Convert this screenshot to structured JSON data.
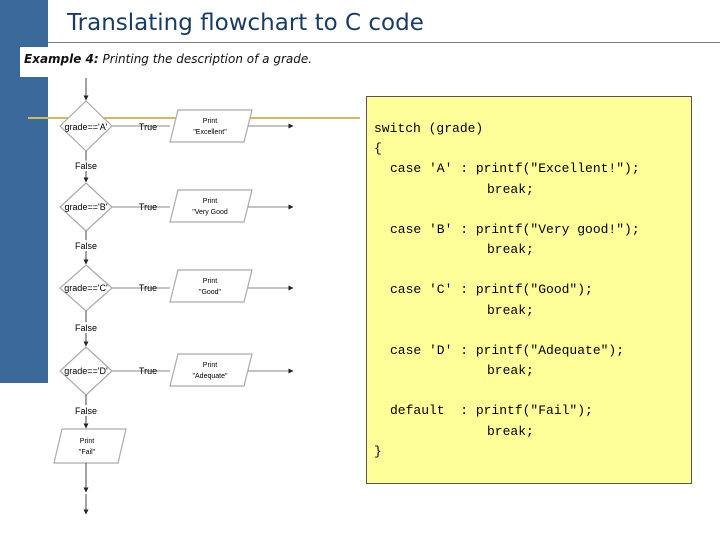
{
  "slide": {
    "title": "Translating flowchart to C code",
    "example_label": "Example 4:",
    "example_text": "Printing the description of a grade."
  },
  "flowchart": {
    "decisions": [
      {
        "condition": "grade=='A'",
        "true_label": "True",
        "false_label": "False",
        "print_title": "Print",
        "print_text": "\"Excellent\""
      },
      {
        "condition": "grade=='B'",
        "true_label": "True",
        "false_label": "False",
        "print_title": "Print",
        "print_text": "\"Very Good"
      },
      {
        "condition": "grade=='C'",
        "true_label": "True",
        "false_label": "False",
        "print_title": "Print",
        "print_text": "\"Good\""
      },
      {
        "condition": "grade=='D'",
        "true_label": "True",
        "false_label": "False",
        "print_title": "Print",
        "print_text": "\"Adequate\""
      }
    ],
    "default_print": {
      "title": "Print",
      "text": "\"Fail\""
    }
  },
  "code": {
    "lines": [
      "switch (grade)",
      "{",
      "case 'A' : printf(\"Excellent!\");",
      "break;",
      "case 'B' : printf(\"Very good!\");",
      "break;",
      "case 'C' : printf(\"Good\");",
      "break;",
      "case 'D' : printf(\"Adequate\");",
      "break;",
      "default  : printf(\"Fail\");",
      "break;",
      "}"
    ]
  },
  "colors": {
    "side_bar": "#3b6a9a",
    "code_background": "#ffff99",
    "title": "#1a3c64"
  }
}
